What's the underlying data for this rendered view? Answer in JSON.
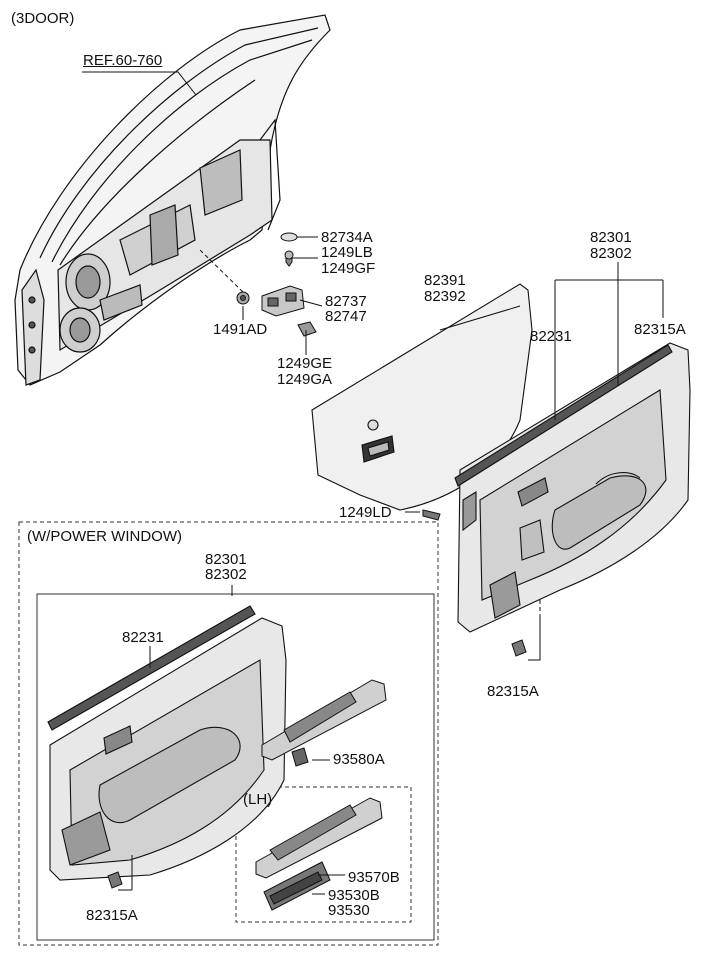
{
  "header": {
    "variant": "(3DOOR)"
  },
  "reference": {
    "label": "REF.60-760"
  },
  "power_window_box": {
    "title": "(W/POWER WINDOW)",
    "lh_title": "(LH)"
  },
  "parts": {
    "p82734A": "82734A",
    "p1249LB": "1249LB",
    "p1249GF": "1249GF",
    "p82737": "82737",
    "p82747": "82747",
    "p1491AD": "1491AD",
    "p1249GE": "1249GE",
    "p1249GA": "1249GA",
    "p82391": "82391",
    "p82392": "82392",
    "p82301_top": "82301",
    "p82302_top": "82302",
    "p82231_top": "82231",
    "p82315A_top": "82315A",
    "p1249LD": "1249LD",
    "p82315A_right": "82315A",
    "p82301_box": "82301",
    "p82302_box": "82302",
    "p82231_box": "82231",
    "p93580A": "93580A",
    "p93570B": "93570B",
    "p93530B": "93530B",
    "p93530": "93530",
    "p82315A_box": "82315A"
  },
  "colors": {
    "line": "#111111",
    "fill_light": "#f2f2f2",
    "fill_mid": "#d9d9d9",
    "fill_dark": "#555555"
  }
}
